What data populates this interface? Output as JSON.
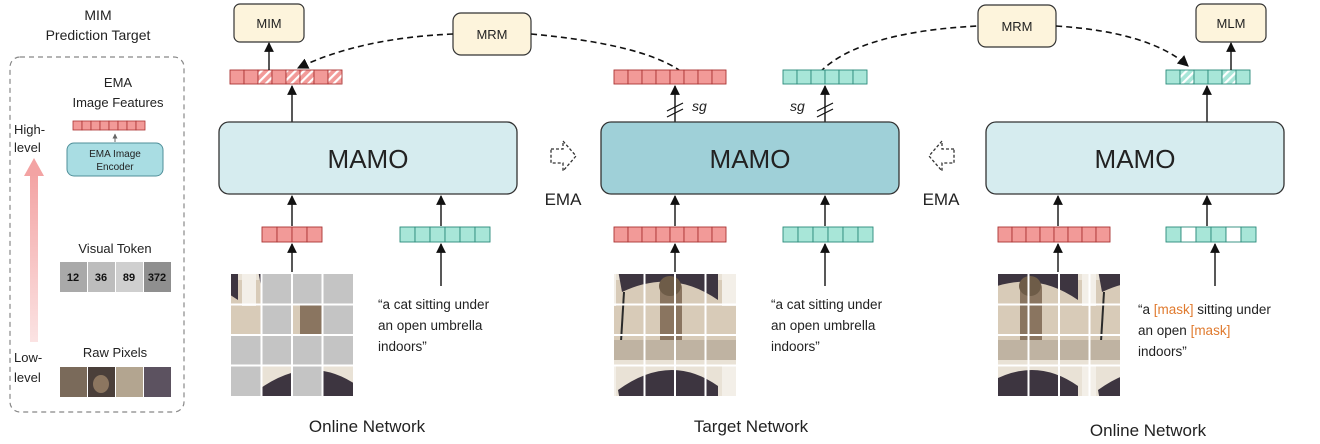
{
  "sidebar": {
    "title_line1": "MIM",
    "title_line2": "Prediction Target",
    "ema_features_line1": "EMA",
    "ema_features_line2": "Image Features",
    "encoder_line1": "EMA Image",
    "encoder_line2": "Encoder",
    "high_level_line1": "High-",
    "high_level_line2": "level",
    "low_level_line1": "Low-",
    "low_level_line2": "level",
    "visual_token_label": "Visual Token",
    "tokens": [
      "12",
      "36",
      "89",
      "372"
    ],
    "raw_pixels_label": "Raw Pixels"
  },
  "model_name": "MAMO",
  "ema_label": "EMA",
  "sg_label": "sg",
  "heads": {
    "mim": "MIM",
    "mrm": "MRM",
    "mlm": "MLM"
  },
  "networks": {
    "left": "Online Network",
    "center": "Target Network",
    "right": "Online Network"
  },
  "captions": {
    "plain": [
      "“a cat sitting under",
      "an open umbrella",
      "indoors”"
    ],
    "masked": {
      "l1_prefix": "“a ",
      "mask_token": "[mask]",
      "l1_suffix": " sitting under",
      "l2_prefix": "an open ",
      "l3": "indoors”"
    }
  },
  "colors": {
    "image_token": "#f29a98",
    "text_token": "#a8e6d8",
    "mamo_light": "#d6ecef",
    "mamo_target": "#9fd0d8",
    "head_box": "#fdf4dc",
    "mask_text": "#e07a2e",
    "masked_patch": "#c4c4c4"
  }
}
